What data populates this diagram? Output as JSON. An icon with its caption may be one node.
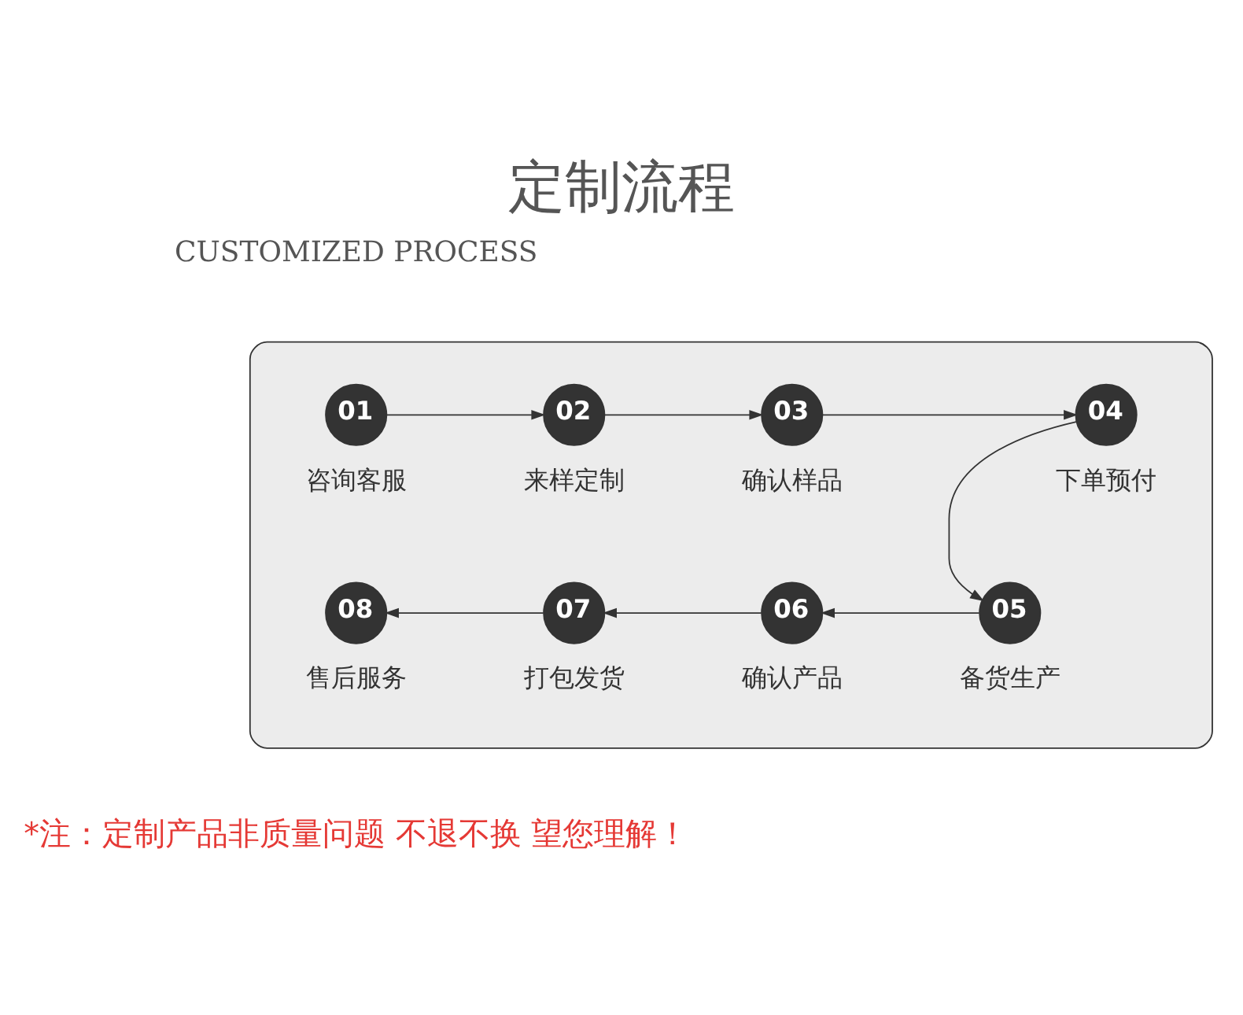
{
  "diagram": {
    "title": "定制流程",
    "nodes": [
      {
        "text": [],
        "shape": "box"
      },
      {
        "text": [
          "01"
        ],
        "beside": [
          "咨询客服"
        ],
        "in": 0
      },
      {
        "text": [
          "02"
        ],
        "beside": [
          "来样定制"
        ],
        "in": 0
      },
      {
        "text": [
          "03"
        ],
        "beside": [
          "确认样品"
        ],
        "in": 0
      },
      {
        "text": [
          "04"
        ],
        "beside": [
          "下单预付"
        ],
        "in": 0
      },
      {
        "text": [
          "05"
        ],
        "beside": [
          "备货生产"
        ],
        "in": 0
      },
      {
        "text": [
          "06"
        ],
        "beside": [
          "确认产品"
        ],
        "in": 0
      },
      {
        "text": [
          "07"
        ],
        "beside": [
          "打包发货"
        ],
        "in": 0
      },
      {
        "text": [
          "08"
        ],
        "beside": [
          "售后服务"
        ],
        "in": 0
      }
    ],
    "edges": [
      {
        "from": 1,
        "to": 2,
        "arrow": "to"
      },
      {
        "from": 2,
        "to": 3,
        "arrow": "to"
      },
      {
        "from": 3,
        "to": 4,
        "arrow": "to"
      },
      {
        "from": 4,
        "to": 5,
        "arrow": "to"
      },
      {
        "from": 5,
        "to": 6,
        "arrow": "to"
      },
      {
        "from": 6,
        "to": 7,
        "arrow": "to"
      },
      {
        "from": 7,
        "to": 8,
        "arrow": "to"
      }
    ],
    "labels": [
      "CUSTOMIZED PROCESS",
      "*注：定制产品非质量问题 不退不换 望您理解！"
    ]
  }
}
